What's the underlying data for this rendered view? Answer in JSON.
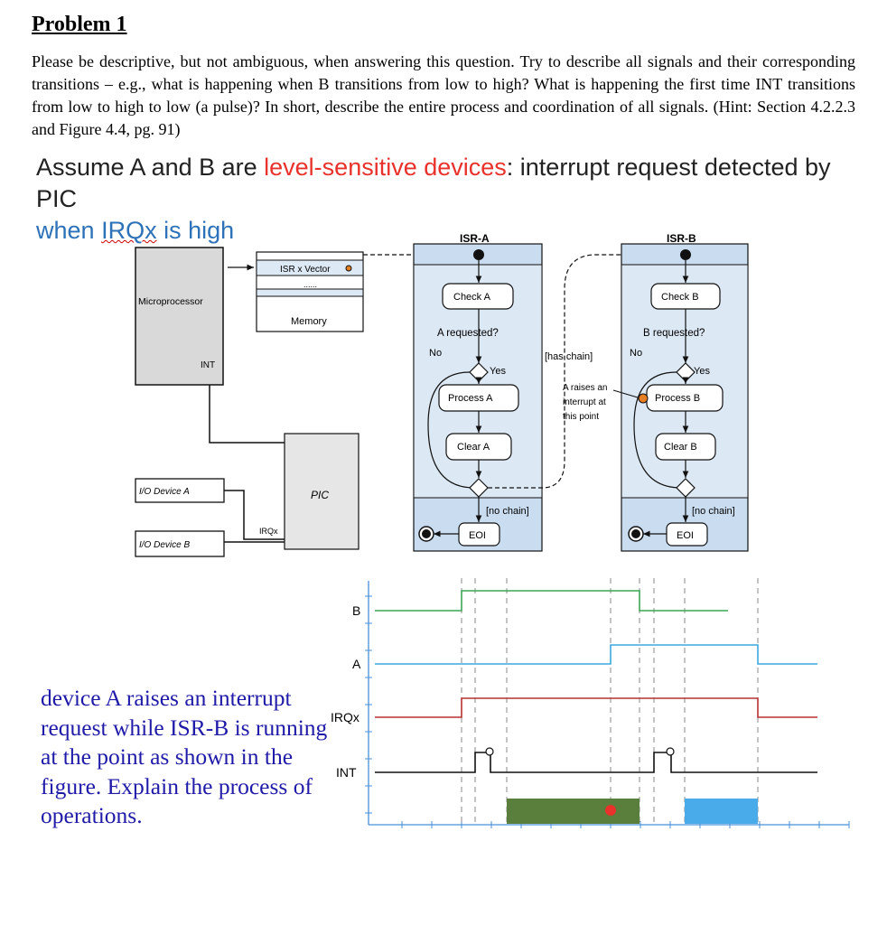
{
  "problem": {
    "title": "Problem 1",
    "paragraph": "Please be descriptive, but not ambiguous, when answering this question. Try to describe all signals and their corresponding transitions – e.g., what is happening when B transitions from low to high? What is happening the first time INT transitions from low to high to low (a pulse)? In short, describe the entire process and coordination of all signals. (Hint: Section 4.2.2.3 and Figure 4.4, pg. 91)"
  },
  "heading": {
    "part1": "Assume A and B are ",
    "highlight": "level-sensitive devices",
    "part2": ": interrupt request detected by PIC",
    "part3": "when ",
    "irqx": "IRQx",
    "part4": " is high"
  },
  "block_diagram": {
    "microprocessor": "Microprocessor",
    "int_label": "INT",
    "isr_vector": "ISR x Vector",
    "dots": "......",
    "memory": "Memory",
    "pic": "PIC",
    "irqx": "IRQx",
    "io_a": "I/O Device A",
    "io_b": "I/O Device B"
  },
  "isr_a": {
    "title": "ISR-A",
    "check": "Check A",
    "question": "A requested?",
    "no": "No",
    "yes": "Yes",
    "process": "Process A",
    "clear": "Clear A",
    "no_chain": "[no chain]",
    "eoi": "EOI"
  },
  "isr_b": {
    "title": "ISR-B",
    "check": "Check B",
    "question": "B requested?",
    "no": "No",
    "yes": "Yes",
    "process": "Process B",
    "clear": "Clear B",
    "no_chain": "[no chain]",
    "eoi": "EOI"
  },
  "chain": {
    "has_chain": "[has chain]",
    "annotation_1": "A raises an",
    "annotation_2": "interrupt at",
    "annotation_3": "this point"
  },
  "timing": {
    "signals": [
      "B",
      "A",
      "IRQx",
      "INT"
    ],
    "colors": {
      "B": "#3aa655",
      "A": "#3ba8e0",
      "IRQx": "#b83232",
      "INT": "#111111",
      "isr_b_bar": "#5a7f3c",
      "isr_a_bar": "#4aabea",
      "event_dot": "#e8322b"
    }
  },
  "note": "device A raises an interrupt request while ISR-B is running at the point as shown in the figure. Explain the process of operations."
}
